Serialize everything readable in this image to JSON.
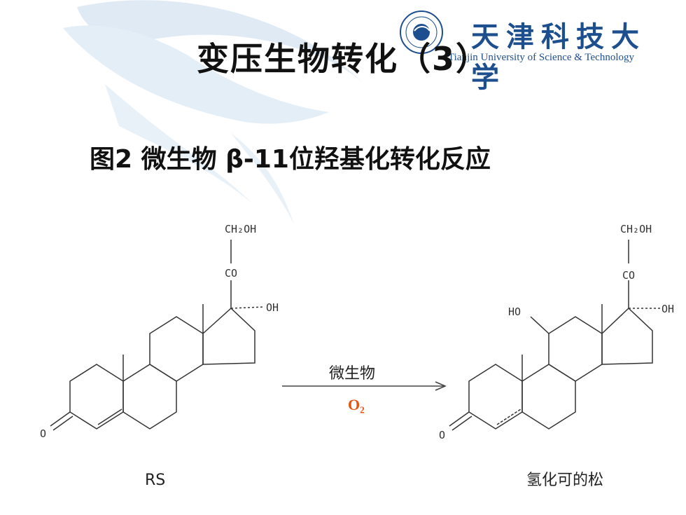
{
  "slide": {
    "title": "变压生物转化（3）",
    "subtitle": "图2 微生物 β-11位羟基化转化反应"
  },
  "logo": {
    "chinese": "天津科技大学",
    "english": "Tianjin University of Science & Technology"
  },
  "reaction": {
    "condition_top": "微生物",
    "condition_bottom": "O₂",
    "reactant": {
      "label": "RS",
      "ch2oh": "CH₂OH",
      "co": "CO",
      "oh": "OH",
      "o": "O"
    },
    "product": {
      "label": "氢化可的松",
      "ch2oh": "CH₂OH",
      "co": "CO",
      "oh": "OH",
      "ho": "HO",
      "o": "O"
    }
  },
  "colors": {
    "accent_orange": "#e8530e",
    "logo_blue": "#1d4f8f",
    "background_swoosh": "#dbe9f4"
  }
}
